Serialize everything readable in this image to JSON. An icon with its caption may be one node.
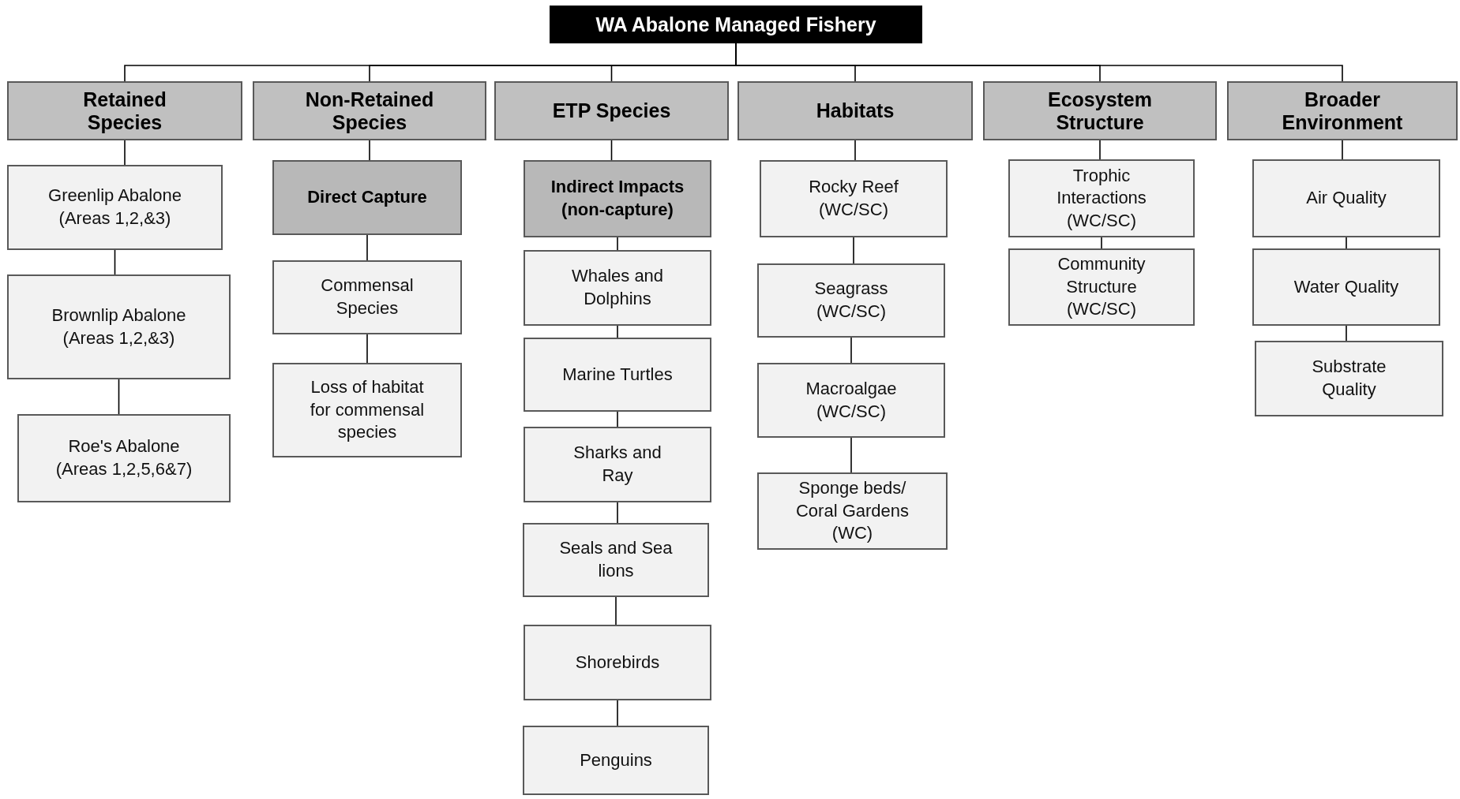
{
  "diagram": {
    "nodes": [
      {
        "text": [
          "WA Abalone Managed Fishery"
        ]
      },
      {
        "text": [
          "Retained Species"
        ]
      },
      {
        "text": [
          "Non-Retained Species"
        ]
      },
      {
        "text": [
          "ETP Species"
        ]
      },
      {
        "text": [
          "Habitats"
        ]
      },
      {
        "text": [
          "Ecosystem Structure"
        ]
      },
      {
        "text": [
          "Broader Environment"
        ]
      },
      {
        "text": [
          "Greenlip Abalone (Areas 1,2,&3)"
        ]
      },
      {
        "text": [
          "Brownlip Abalone (Areas 1,2,&3)"
        ]
      },
      {
        "text": [
          "Roe's Abalone (Areas 1,2,5,6&7)"
        ]
      },
      {
        "text": [
          "Direct Capture"
        ]
      },
      {
        "text": [
          "Commensal Species"
        ]
      },
      {
        "text": [
          "Loss of habitat for commensal species"
        ]
      },
      {
        "text": [
          "Indirect Impacts (non-capture)"
        ]
      },
      {
        "text": [
          "Whales and Dolphins"
        ]
      },
      {
        "text": [
          "Marine Turtles"
        ]
      },
      {
        "text": [
          "Sharks and Ray"
        ]
      },
      {
        "text": [
          "Seals and Sea lions"
        ]
      },
      {
        "text": [
          "Shorebirds"
        ]
      },
      {
        "text": [
          "Penguins"
        ]
      },
      {
        "text": [
          "Rocky Reef (WC/SC)"
        ]
      },
      {
        "text": [
          "Seagrass (WC/SC)"
        ]
      },
      {
        "text": [
          "Macroalgae (WC/SC)"
        ]
      },
      {
        "text": [
          "Sponge beds/ Coral Gardens (WC)"
        ]
      },
      {
        "text": [
          "Trophic Interactions (WC/SC)"
        ]
      },
      {
        "text": [
          "Community Structure (WC/SC)"
        ]
      },
      {
        "text": [
          "Air Quality"
        ]
      },
      {
        "text": [
          "Water Quality"
        ]
      },
      {
        "text": [
          "Substrate Quality"
        ]
      }
    ],
    "edges": [
      {
        "from": 0,
        "to": 1,
        "arrow": "none"
      },
      {
        "from": 0,
        "to": 2,
        "arrow": "none"
      },
      {
        "from": 0,
        "to": 3,
        "arrow": "none"
      },
      {
        "from": 0,
        "to": 4,
        "arrow": "none"
      },
      {
        "from": 0,
        "to": 5,
        "arrow": "none"
      },
      {
        "from": 0,
        "to": 6,
        "arrow": "none"
      },
      {
        "from": 1,
        "to": 7,
        "arrow": "none"
      },
      {
        "from": 7,
        "to": 8,
        "arrow": "none"
      },
      {
        "from": 8,
        "to": 9,
        "arrow": "none"
      },
      {
        "from": 2,
        "to": 10,
        "arrow": "none"
      },
      {
        "from": 10,
        "to": 11,
        "arrow": "none"
      },
      {
        "from": 11,
        "to": 12,
        "arrow": "none"
      },
      {
        "from": 3,
        "to": 13,
        "arrow": "none"
      },
      {
        "from": 13,
        "to": 14,
        "arrow": "none"
      },
      {
        "from": 14,
        "to": 15,
        "arrow": "none"
      },
      {
        "from": 15,
        "to": 16,
        "arrow": "none"
      },
      {
        "from": 16,
        "to": 17,
        "arrow": "none"
      },
      {
        "from": 17,
        "to": 18,
        "arrow": "none"
      },
      {
        "from": 18,
        "to": 19,
        "arrow": "none"
      },
      {
        "from": 4,
        "to": 20,
        "arrow": "none"
      },
      {
        "from": 20,
        "to": 21,
        "arrow": "none"
      },
      {
        "from": 21,
        "to": 22,
        "arrow": "none"
      },
      {
        "from": 22,
        "to": 23,
        "arrow": "none"
      },
      {
        "from": 5,
        "to": 24,
        "arrow": "none"
      },
      {
        "from": 24,
        "to": 25,
        "arrow": "none"
      },
      {
        "from": 6,
        "to": 26,
        "arrow": "none"
      },
      {
        "from": 26,
        "to": 27,
        "arrow": "none"
      },
      {
        "from": 27,
        "to": 28,
        "arrow": "none"
      }
    ]
  }
}
